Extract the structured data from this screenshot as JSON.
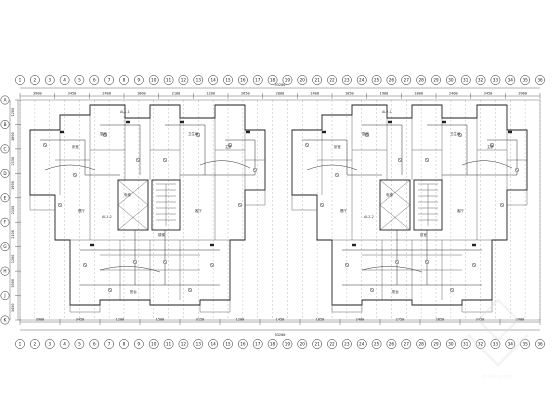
{
  "drawing": {
    "top_dimensions": [
      "3900",
      "3450",
      "2400",
      "1800",
      "2100",
      "1200",
      "2650",
      "2000",
      "1400",
      "1050",
      "1900",
      "1800",
      "2400",
      "3450",
      "3900"
    ],
    "top_total": "53200",
    "bottom_dimensions": [
      "3900",
      "3450",
      "1200",
      "1500",
      "3150",
      "1200",
      "1450",
      "1850",
      "2400",
      "2750",
      "2850",
      "3450",
      "3900"
    ],
    "bottom_total": "53200",
    "left_dimensions": [
      "1200",
      "1800",
      "2150",
      "1900",
      "2150",
      "2100",
      "1200",
      "3000",
      "3450"
    ],
    "column_axes": [
      "1",
      "2",
      "3",
      "4",
      "5",
      "6",
      "7",
      "8",
      "9",
      "10",
      "11",
      "12",
      "13",
      "14",
      "15",
      "16",
      "17",
      "18",
      "19",
      "20",
      "21",
      "22",
      "23",
      "24",
      "25",
      "26",
      "27",
      "28",
      "29",
      "30",
      "31",
      "32",
      "33",
      "34",
      "35",
      "36"
    ],
    "row_axes": [
      "A",
      "B",
      "C",
      "D",
      "E",
      "F",
      "G",
      "H",
      "J",
      "K"
    ],
    "room_labels": [
      "卧室",
      "客厅",
      "餐厅",
      "厨房",
      "卫生间",
      "阳台",
      "电梯",
      "楼梯",
      "前室",
      "主卧"
    ],
    "panel_labels": [
      "AL1-1",
      "AL1-2",
      "AL2-1",
      "AL2-2"
    ],
    "watermark_text": "zhulong.com"
  }
}
